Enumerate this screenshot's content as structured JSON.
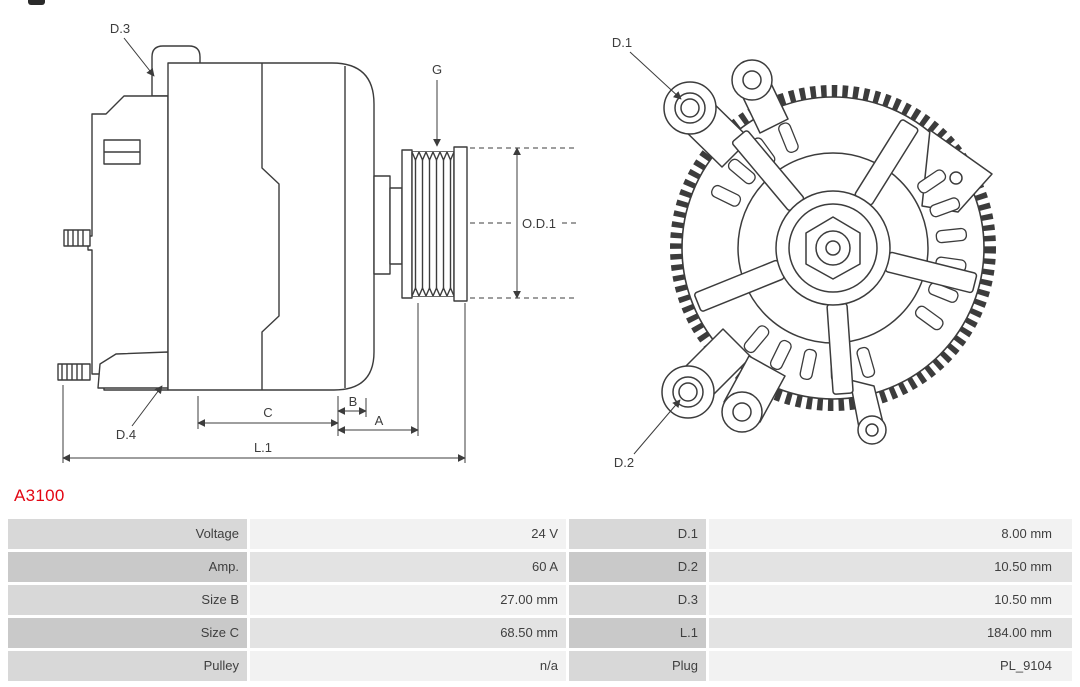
{
  "page": {
    "part_number": "A3100"
  },
  "diagram": {
    "side_labels": {
      "d3": "D.3",
      "d4": "D.4",
      "g": "G",
      "od1": "O.D.1",
      "c": "C",
      "b": "B",
      "a": "A",
      "l1": "L.1"
    },
    "front_labels": {
      "d1": "D.1",
      "d2": "D.2"
    }
  },
  "specs": {
    "rows": [
      {
        "label": "Voltage",
        "value": "24 V",
        "label2": "D.1",
        "value2": "8.00 mm"
      },
      {
        "label": "Amp.",
        "value": "60 A",
        "label2": "D.2",
        "value2": "10.50 mm"
      },
      {
        "label": "Size B",
        "value": "27.00 mm",
        "label2": "D.3",
        "value2": "10.50 mm"
      },
      {
        "label": "Size C",
        "value": "68.50 mm",
        "label2": "L.1",
        "value2": "184.00 mm"
      },
      {
        "label": "Pulley",
        "value": "n/a",
        "label2": "Plug",
        "value2": "PL_9104"
      }
    ]
  },
  "colors": {
    "part_number": "#e30613",
    "line": "#3c3c3c",
    "label_cell_odd": "#d8d8d8",
    "label_cell_even": "#c9c9c9",
    "value_cell_odd": "#f2f2f2",
    "value_cell_even": "#e3e3e3"
  }
}
